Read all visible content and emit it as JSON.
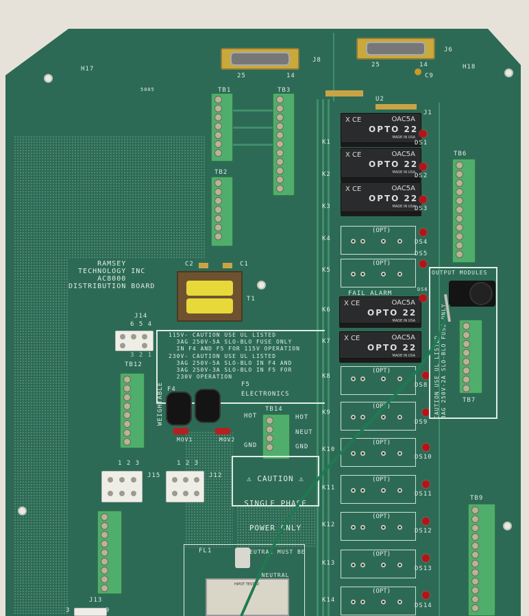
{
  "board": {
    "maker": [
      "RAMSEY",
      "TECHNOLOGY INC",
      "AC8000",
      "DISTRIBUTION BOARD"
    ],
    "colors": {
      "pcb": "#2d6a55",
      "silkscreen": "#dfeee6",
      "terminal": "#4fae6b",
      "relay": "#2a2b2c",
      "led": "#b3141a",
      "wire": "#1f7a52"
    }
  },
  "labels": {
    "h17": "H17",
    "h18": "H18",
    "c9": "C9",
    "u2": "U2",
    "j1": "J1",
    "code": "5005",
    "j8": "J8",
    "j6": "J6",
    "pin25": "25",
    "pin14": "14",
    "tb1": "TB1",
    "tb2": "TB2",
    "tb3": "TB3",
    "tb6": "TB6",
    "tb7": "TB7",
    "tb9": "TB9",
    "tb12": "TB12",
    "tb14": "TB14",
    "c1": "C1",
    "c2": "C2",
    "t1": "T1",
    "j14": "J14",
    "j14_top": "6 5 4",
    "j14_bot": "3 2 1",
    "j15": "J15",
    "j12": "J12",
    "j13": "J13",
    "fl1": "FL1",
    "pins123": "1 2 3",
    "f4": "F4",
    "f5": "F5",
    "weightable": "WEIGHTABLE",
    "electronics": "ELECTRONICS",
    "mov1": "MOV1",
    "mov2": "MOV2",
    "hot": "HOT",
    "neut": "NEUT",
    "gnd": "GND",
    "output_modules": "OUTPUT MODULES",
    "output_fuse": "CAUTION USE UL LISTED\n3AG 250V-2A SLO-BLO FUSE ONLY",
    "fail_alarm": "FAIL ALARM",
    "j13_pins": "3        9"
  },
  "caution_fuse": {
    "v115": "115V",
    "text115": "- CAUTION USE UL LISTED\n  3AG 250V-5A SLO-BLO FUSE ONLY\n  IN F4 AND F5 FOR 115V OPERATION",
    "v230": "230V",
    "text230": "- CAUTION USE UL LISTED\n  3AG 250V-5A SLO-BLO IN F4 AND\n  3AG 250V-3A SLO-BLO IN F5 FOR\n  230V OPERATION"
  },
  "caution_phase": {
    "title": "CAUTION",
    "line1": "SINGLE PHASE",
    "line2": "POWER ONLY",
    "line3": "NEUTRAL MUST BE",
    "line4": "NEUTRAL",
    "icon": "warning-triangle-icon"
  },
  "relays": {
    "model": "OAC5A",
    "brand": "OPTO 22",
    "made": "MADE IN USA",
    "marks": "X CE"
  },
  "slots": {
    "k1": "K1",
    "k2": "K2",
    "k3": "K3",
    "k4": "K4",
    "k5": "K5",
    "k6": "K6",
    "k7": "K7",
    "k8": "K8",
    "k9": "K9",
    "k10": "K10",
    "k11": "K11",
    "k12": "K12",
    "k13": "K13",
    "k14": "K14",
    "opt": "(OPT)"
  },
  "leds": {
    "ds1": "DS1",
    "ds2": "DS2",
    "ds3": "DS3",
    "ds4": "DS4",
    "ds5": "DS5",
    "ds6": "DS6",
    "ds8": "DS8",
    "ds9": "DS9",
    "ds10": "DS10",
    "ds11": "DS11",
    "ds12": "DS12",
    "ds13": "DS13",
    "ds14": "DS14"
  },
  "filter": {
    "label": "HIPOT TESTED"
  }
}
